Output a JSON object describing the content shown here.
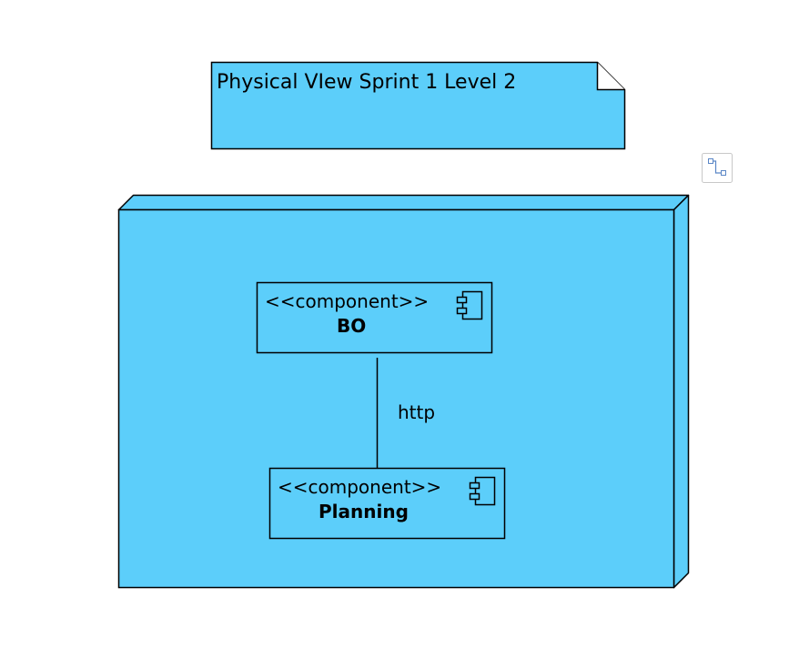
{
  "note": {
    "title": "Physical VIew Sprint 1 Level 2"
  },
  "components": {
    "bo": {
      "stereotype": "<<component>>",
      "name": "BO"
    },
    "planning": {
      "stereotype": "<<component>>",
      "name": "Planning"
    }
  },
  "connector": {
    "label": "http"
  },
  "icons": {
    "component": "component-icon",
    "connector_tool": "connector-tool-icon"
  },
  "colors": {
    "fill": "#5ccefa",
    "stroke": "#000000"
  }
}
